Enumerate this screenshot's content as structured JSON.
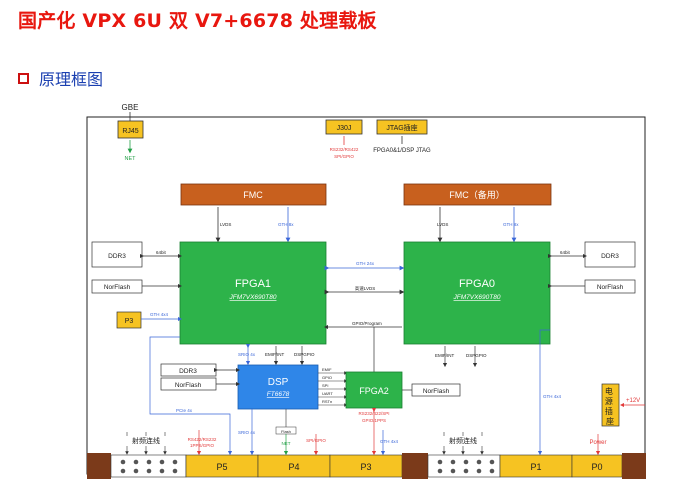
{
  "title": "国产化 VPX 6U 双 V7+6678 处理载板",
  "section": {
    "label": "原理框图"
  },
  "diagram": {
    "gbe": "GBE",
    "rj45": "RJ45",
    "rj45_sig": "NET",
    "j30j": "J30J",
    "j30j_sig1": "RS232/RS422",
    "j30j_sig2": "SPI/GPIO",
    "jtag": "JTAG插座",
    "jtag_sig": "FPGA0&1/DSP JTAG",
    "fmc1": "FMC",
    "fmc0": "FMC（备用）",
    "fpga1": "FPGA1",
    "fpga1_part": "JFM7VX690T80",
    "fpga0": "FPGA0",
    "fpga0_part": "JFM7VX690T80",
    "fpga2": "FPGA2",
    "dsp": "DSP",
    "dsp_part": "FT6678",
    "ddr3": "DDR3",
    "norflash": "NorFlash",
    "p3_left": "P3",
    "lbl_lvds": "LVDS",
    "lbl_gth8x": "GTH 8x",
    "lbl_64bit": "64bit",
    "lbl_gth24x": "GTH 24x",
    "lbl_lvds_mid": "高速LVDS",
    "lbl_gth4x": "GTH 4x4",
    "lbl_gpio_prog": "GPIO/Program",
    "lbl_srio4x": "SRIO 4x",
    "lbl_emif": "EMIF/INT",
    "lbl_dspgpio": "DSPGPIO",
    "lbl_emif2": "EMIF",
    "lbl_gpio": "GPIO",
    "lbl_spi": "SPI",
    "lbl_uart": "UART",
    "lbl_rstn": "RSTn",
    "lbl_pcie": "PCIe 4x",
    "lbl_srio4x_b": "SRIO 4x",
    "lbl_rs422": "RS422/RS232",
    "lbl_1pps": "1PPS/GPIO",
    "lbl_net": "NET",
    "lbl_spigpio": "SPI/GPIO",
    "lbl_rs232_spi": "RS232/422/SPI",
    "lbl_gpio_1pps": "GPIO/1PPS",
    "lbl_gth4x_b": "GTH 4x4",
    "lbl_gth4x_c": "GTH 4x4",
    "lbl_power": "Power",
    "rf_left": "射频连线",
    "rf_right": "射频连线",
    "power_socket": "电源插座",
    "v12": "+12V",
    "p5": "P5",
    "p4": "P4",
    "p3": "P3",
    "p1": "P1",
    "p0": "P0",
    "flash_small": "Flash",
    "colors": {
      "fpga": "#2db34a",
      "fpga_border": "#1a8030",
      "dsp": "#2f86e8",
      "fmc": "#c8601e",
      "yellow": "#f6c322",
      "vpx_dark": "#7b3a1a",
      "line_red": "#e23a3a",
      "line_blue": "#3a66d8",
      "line_green": "#23a047"
    }
  }
}
